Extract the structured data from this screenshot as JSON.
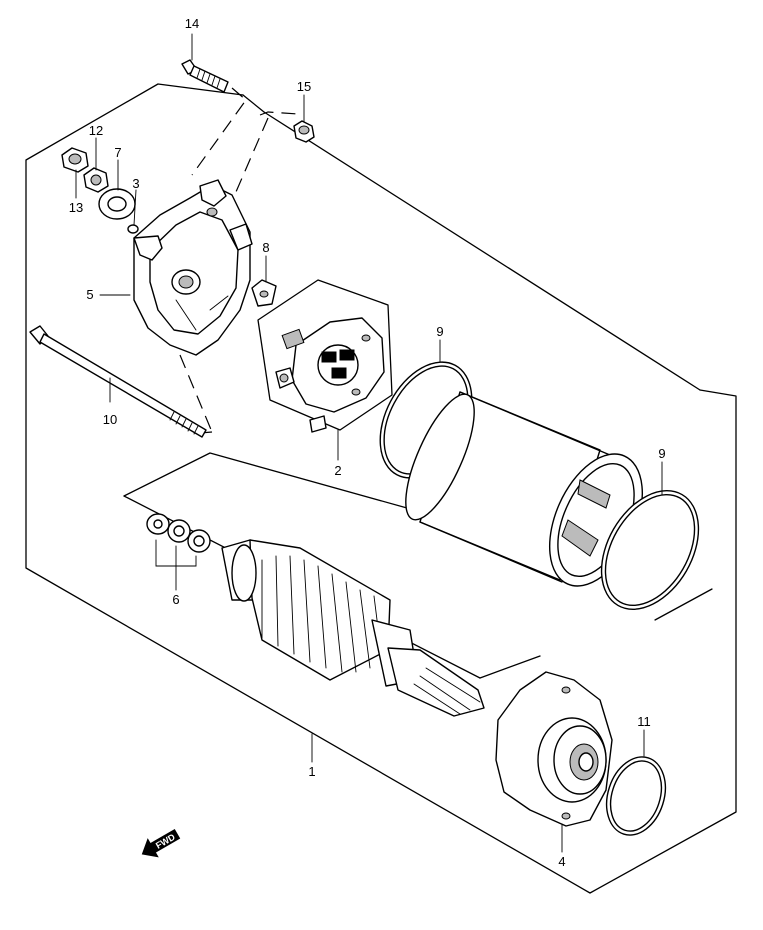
{
  "callouts": [
    {
      "id": "p14",
      "label": "14"
    },
    {
      "id": "p15",
      "label": "15"
    },
    {
      "id": "p12",
      "label": "12"
    },
    {
      "id": "p7",
      "label": "7"
    },
    {
      "id": "p3",
      "label": "3"
    },
    {
      "id": "p13",
      "label": "13"
    },
    {
      "id": "p8",
      "label": "8"
    },
    {
      "id": "p5",
      "label": "5"
    },
    {
      "id": "p9a",
      "label": "9"
    },
    {
      "id": "p10",
      "label": "10"
    },
    {
      "id": "p2",
      "label": "2"
    },
    {
      "id": "p9b",
      "label": "9"
    },
    {
      "id": "p6",
      "label": "6"
    },
    {
      "id": "p11",
      "label": "11"
    },
    {
      "id": "p1",
      "label": "1"
    },
    {
      "id": "p4",
      "label": "4"
    }
  ],
  "direction_badge": {
    "label": "FWD",
    "icon": "forward-arrow-icon"
  }
}
